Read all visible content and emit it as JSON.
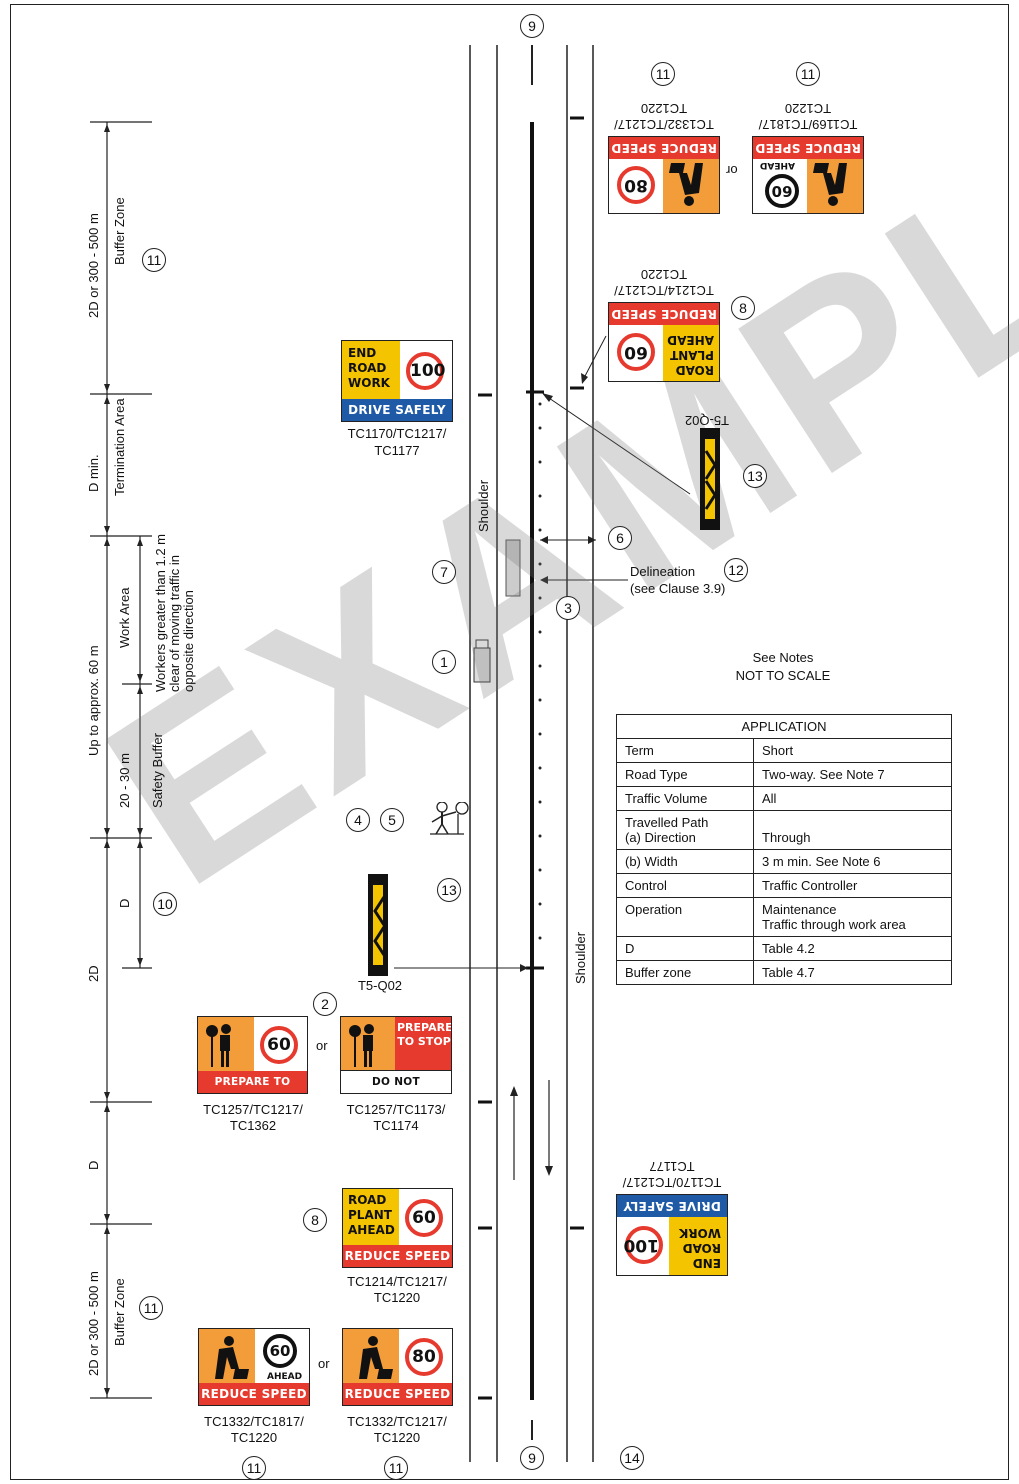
{
  "circles": {
    "n9": "9",
    "n11": "11",
    "n8": "8",
    "n13": "13",
    "n6": "6",
    "n12": "12",
    "n3": "3",
    "n7": "7",
    "n1": "1",
    "n4": "4",
    "n5": "5",
    "n10": "10",
    "n2": "2",
    "n14": "14"
  },
  "dims": {
    "buffer_zone_top": "2D or 300 - 500 m",
    "buffer_zone_label": "Buffer Zone",
    "d_min": "D min.",
    "termination_area": "Termination Area",
    "up_to_60": "Up to approx. 60 m",
    "work_area": "Work Area",
    "workers_note": "Workers greater than 1.2 m clear of moving traffic in opposite direction",
    "m20_30": "20 - 30 m",
    "safety_buffer": "Safety Buffer",
    "d": "D",
    "twoD": "2D",
    "buffer_zone_bottom": "2D or 300 - 500 m"
  },
  "road": {
    "shoulder_left": "Shoulder",
    "shoulder_right": "Shoulder"
  },
  "notes": {
    "delineation": "Delineation",
    "see_clause": "(see Clause 3.9)",
    "see_notes": "See Notes",
    "not_to_scale": "NOT TO SCALE"
  },
  "signs": {
    "end_road_work": {
      "line1": "END",
      "line2": "ROAD",
      "line3": "WORK",
      "speed": "100",
      "band": "DRIVE SAFELY",
      "code1": "TC1170/TC1217/",
      "code2": "TC1177"
    },
    "prepare_stop_60": {
      "speed": "60",
      "band": "PREPARE TO STOP",
      "code1": "TC1257/TC1217/",
      "code2": "TC1362"
    },
    "or1": "or",
    "prepare_stop_text": {
      "text": "PREPARE TO STOP",
      "band": "DO NOT OVERTAKE",
      "code1": "TC1257/TC1173/",
      "code2": "TC1174"
    },
    "road_plant": {
      "line1": "ROAD",
      "line2": "PLANT",
      "line3": "AHEAD",
      "speed": "60",
      "band": "REDUCE SPEED",
      "code1": "TC1214/TC1217/",
      "code2": "TC1220"
    },
    "roadwork_60": {
      "speed": "60",
      "ahead": "AHEAD",
      "band": "REDUCE SPEED",
      "code1": "TC1332/TC1817/",
      "code2": "TC1220"
    },
    "or2": "or",
    "roadwork_80": {
      "speed": "80",
      "band": "REDUCE SPEED",
      "code1": "TC1332/TC1217/",
      "code2": "TC1220"
    },
    "t5q02": "T5-Q02",
    "top_80": {
      "speed": "80",
      "band": "REDUCE SPEED",
      "code1": "TC1332/TC1217/",
      "code2": "TC1220"
    },
    "top_or": "or",
    "top_60": {
      "speed": "60",
      "ahead": "AHEAD",
      "band": "REDUCE SPEED",
      "code1": "TC1169/TC1817/",
      "code2": "TC1220"
    },
    "top_plant": {
      "line1": "ROAD",
      "line2": "PLANT",
      "line3": "AHEAD",
      "speed": "60",
      "band": "REDUCE SPEED",
      "code1": "TC1214/TC1217/",
      "code2": "TC1220"
    },
    "top_t5q02": "T5-Q02",
    "right_end": {
      "line1": "END",
      "line2": "ROAD",
      "line3": "WORK",
      "speed": "100",
      "band": "DRIVE SAFELY",
      "code1": "TC1170/TC1217/",
      "code2": "TC1177"
    }
  },
  "application": {
    "header": "APPLICATION",
    "rows": [
      {
        "k": "Term",
        "v": "Short"
      },
      {
        "k": "Road Type",
        "v": "Two-way. See Note 7"
      },
      {
        "k": "Traffic Volume",
        "v": "All"
      },
      {
        "k": "Travelled Path\n(a) Direction",
        "v": "Through"
      },
      {
        "k": "(b) Width",
        "v": "3 m min. See Note 6"
      },
      {
        "k": "Control",
        "v": "Traffic Controller"
      },
      {
        "k": "Operation",
        "v": "Maintenance\nTraffic through work area"
      },
      {
        "k": "D",
        "v": "Table 4.2"
      },
      {
        "k": "Buffer zone",
        "v": "Table 4.7"
      }
    ]
  },
  "watermark": "EXAMPLE",
  "colors": {
    "red": "#e63a2e",
    "blue": "#1e5aa6",
    "orange": "#f39c3a",
    "yellow": "#f5c400"
  }
}
